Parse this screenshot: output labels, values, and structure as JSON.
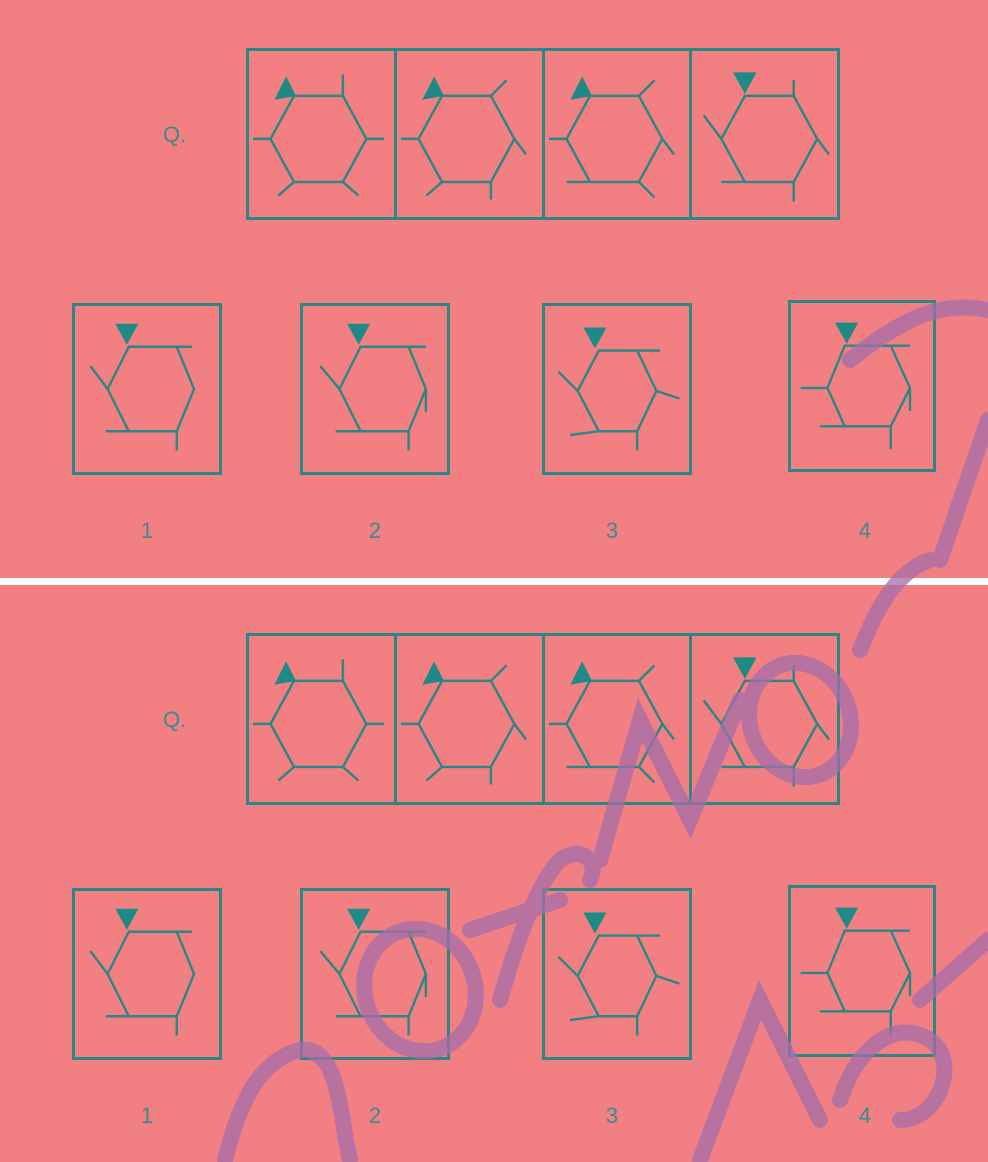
{
  "panels": [
    {
      "question_label": "Q.",
      "option_labels": [
        "1",
        "2",
        "3",
        "4"
      ]
    },
    {
      "question_label": "Q.",
      "option_labels": [
        "1",
        "2",
        "3",
        "4"
      ]
    }
  ],
  "colors": {
    "background": "#f28083",
    "figure_stroke": "#2a8784",
    "watermark": "#a46ea8"
  }
}
